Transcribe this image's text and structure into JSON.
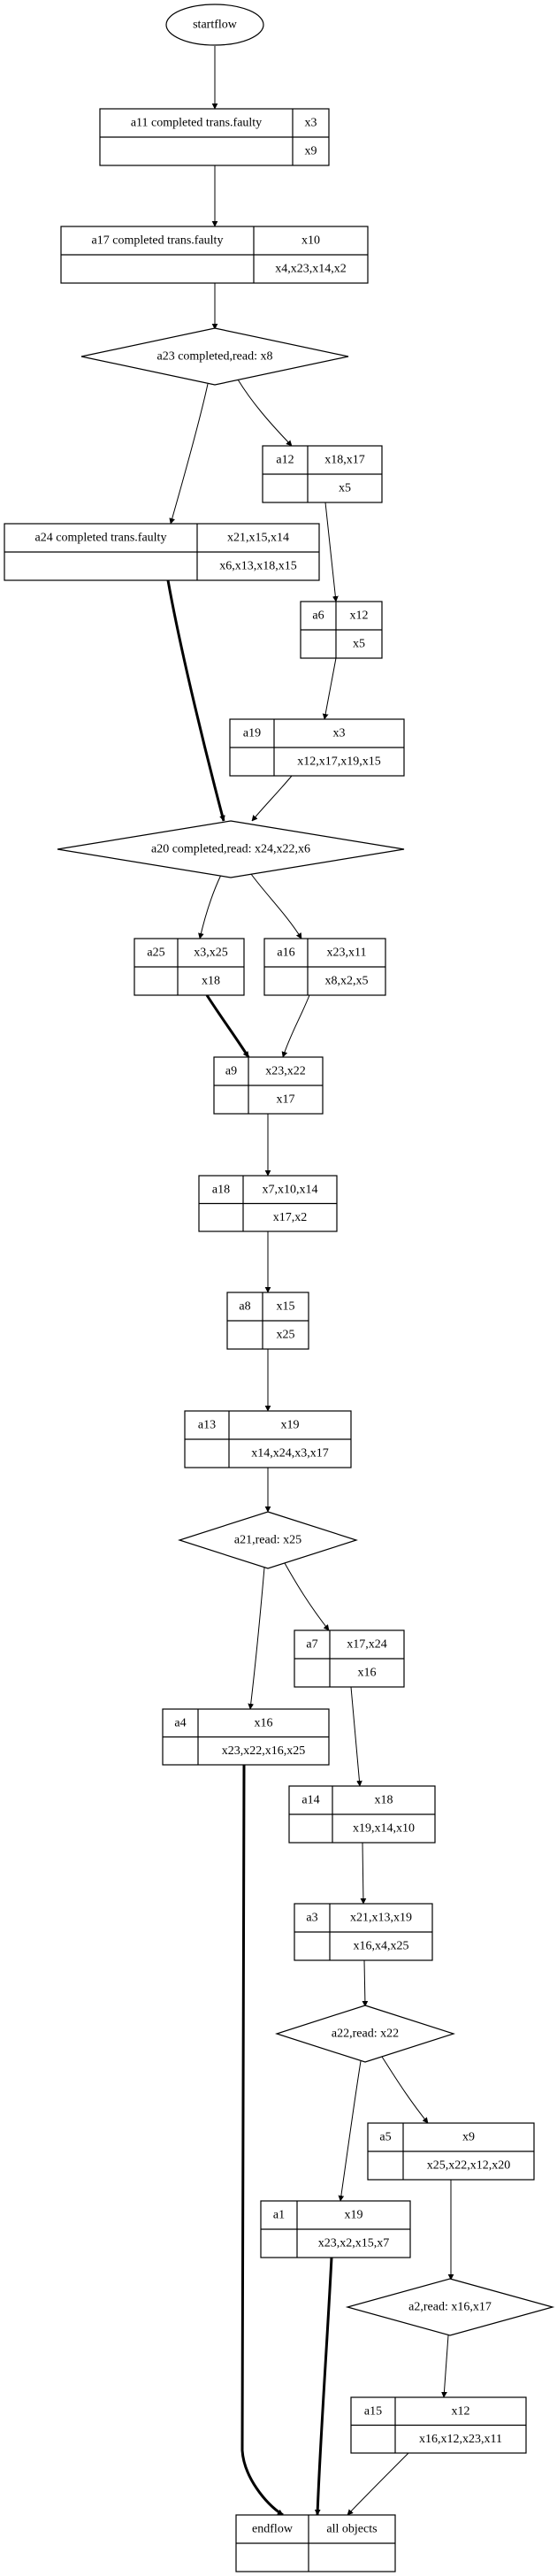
{
  "diagram": {
    "start": {
      "label": "startflow"
    },
    "end": {
      "label": "endflow",
      "objects": "all objects"
    },
    "records": {
      "a11": {
        "name": "a11  completed trans.faulty",
        "top": "x3",
        "bottom": "x9"
      },
      "a17": {
        "name": "a17  completed trans.faulty",
        "top": "x10",
        "bottom": "x4,x23,x14,x2"
      },
      "a12": {
        "name": "a12",
        "top": "x18,x17",
        "bottom": "x5"
      },
      "a24": {
        "name": "a24  completed trans.faulty",
        "top": "x21,x15,x14",
        "bottom": "x6,x13,x18,x15"
      },
      "a6": {
        "name": "a6",
        "top": "x12",
        "bottom": "x5"
      },
      "a19": {
        "name": "a19",
        "top": "x3",
        "bottom": "x12,x17,x19,x15"
      },
      "a25": {
        "name": "a25",
        "top": "x3,x25",
        "bottom": "x18"
      },
      "a16": {
        "name": "a16",
        "top": "x23,x11",
        "bottom": "x8,x2,x5"
      },
      "a9": {
        "name": "a9",
        "top": "x23,x22",
        "bottom": "x17"
      },
      "a18": {
        "name": "a18",
        "top": "x7,x10,x14",
        "bottom": "x17,x2"
      },
      "a8": {
        "name": "a8",
        "top": "x15",
        "bottom": "x25"
      },
      "a13": {
        "name": "a13",
        "top": "x19",
        "bottom": "x14,x24,x3,x17"
      },
      "a7": {
        "name": "a7",
        "top": "x17,x24",
        "bottom": "x16"
      },
      "a4": {
        "name": "a4",
        "top": "x16",
        "bottom": "x23,x22,x16,x25"
      },
      "a14": {
        "name": "a14",
        "top": "x18",
        "bottom": "x19,x14,x10"
      },
      "a3": {
        "name": "a3",
        "top": "x21,x13,x19",
        "bottom": "x16,x4,x25"
      },
      "a5": {
        "name": "a5",
        "top": "x9",
        "bottom": "x25,x22,x12,x20"
      },
      "a1": {
        "name": "a1",
        "top": "x19",
        "bottom": "x23,x2,x15,x7"
      },
      "a15": {
        "name": "a15",
        "top": "x12",
        "bottom": "x16,x12,x23,x11"
      }
    },
    "decisions": {
      "a23": {
        "label": "a23 completed,read: x8"
      },
      "a20": {
        "label": "a20 completed,read: x24,x22,x6"
      },
      "a21": {
        "label": "a21,read: x25"
      },
      "a22": {
        "label": "a22,read: x22"
      },
      "a2": {
        "label": "a2,read: x16,x17"
      }
    },
    "edges": [
      {
        "from": "startflow",
        "to": "a11",
        "bold": false
      },
      {
        "from": "a11",
        "to": "a17",
        "bold": false
      },
      {
        "from": "a17",
        "to": "a23",
        "bold": false
      },
      {
        "from": "a23",
        "to": "a24",
        "bold": false
      },
      {
        "from": "a23",
        "to": "a12",
        "bold": false
      },
      {
        "from": "a12",
        "to": "a6",
        "bold": false
      },
      {
        "from": "a6",
        "to": "a19",
        "bold": false
      },
      {
        "from": "a24",
        "to": "a20",
        "bold": true
      },
      {
        "from": "a19",
        "to": "a20",
        "bold": false
      },
      {
        "from": "a20",
        "to": "a25",
        "bold": false
      },
      {
        "from": "a20",
        "to": "a16",
        "bold": false
      },
      {
        "from": "a25",
        "to": "a9",
        "bold": true
      },
      {
        "from": "a16",
        "to": "a9",
        "bold": false
      },
      {
        "from": "a9",
        "to": "a18",
        "bold": false
      },
      {
        "from": "a18",
        "to": "a8",
        "bold": false
      },
      {
        "from": "a8",
        "to": "a13",
        "bold": false
      },
      {
        "from": "a13",
        "to": "a21",
        "bold": false
      },
      {
        "from": "a21",
        "to": "a4",
        "bold": false
      },
      {
        "from": "a21",
        "to": "a7",
        "bold": false
      },
      {
        "from": "a7",
        "to": "a14",
        "bold": false
      },
      {
        "from": "a14",
        "to": "a3",
        "bold": false
      },
      {
        "from": "a3",
        "to": "a22",
        "bold": false
      },
      {
        "from": "a22",
        "to": "a1",
        "bold": false
      },
      {
        "from": "a22",
        "to": "a5",
        "bold": false
      },
      {
        "from": "a5",
        "to": "a2",
        "bold": false
      },
      {
        "from": "a2",
        "to": "a15",
        "bold": false
      },
      {
        "from": "a4",
        "to": "endflow",
        "bold": true
      },
      {
        "from": "a1",
        "to": "endflow",
        "bold": true
      },
      {
        "from": "a15",
        "to": "endflow",
        "bold": false
      }
    ]
  }
}
